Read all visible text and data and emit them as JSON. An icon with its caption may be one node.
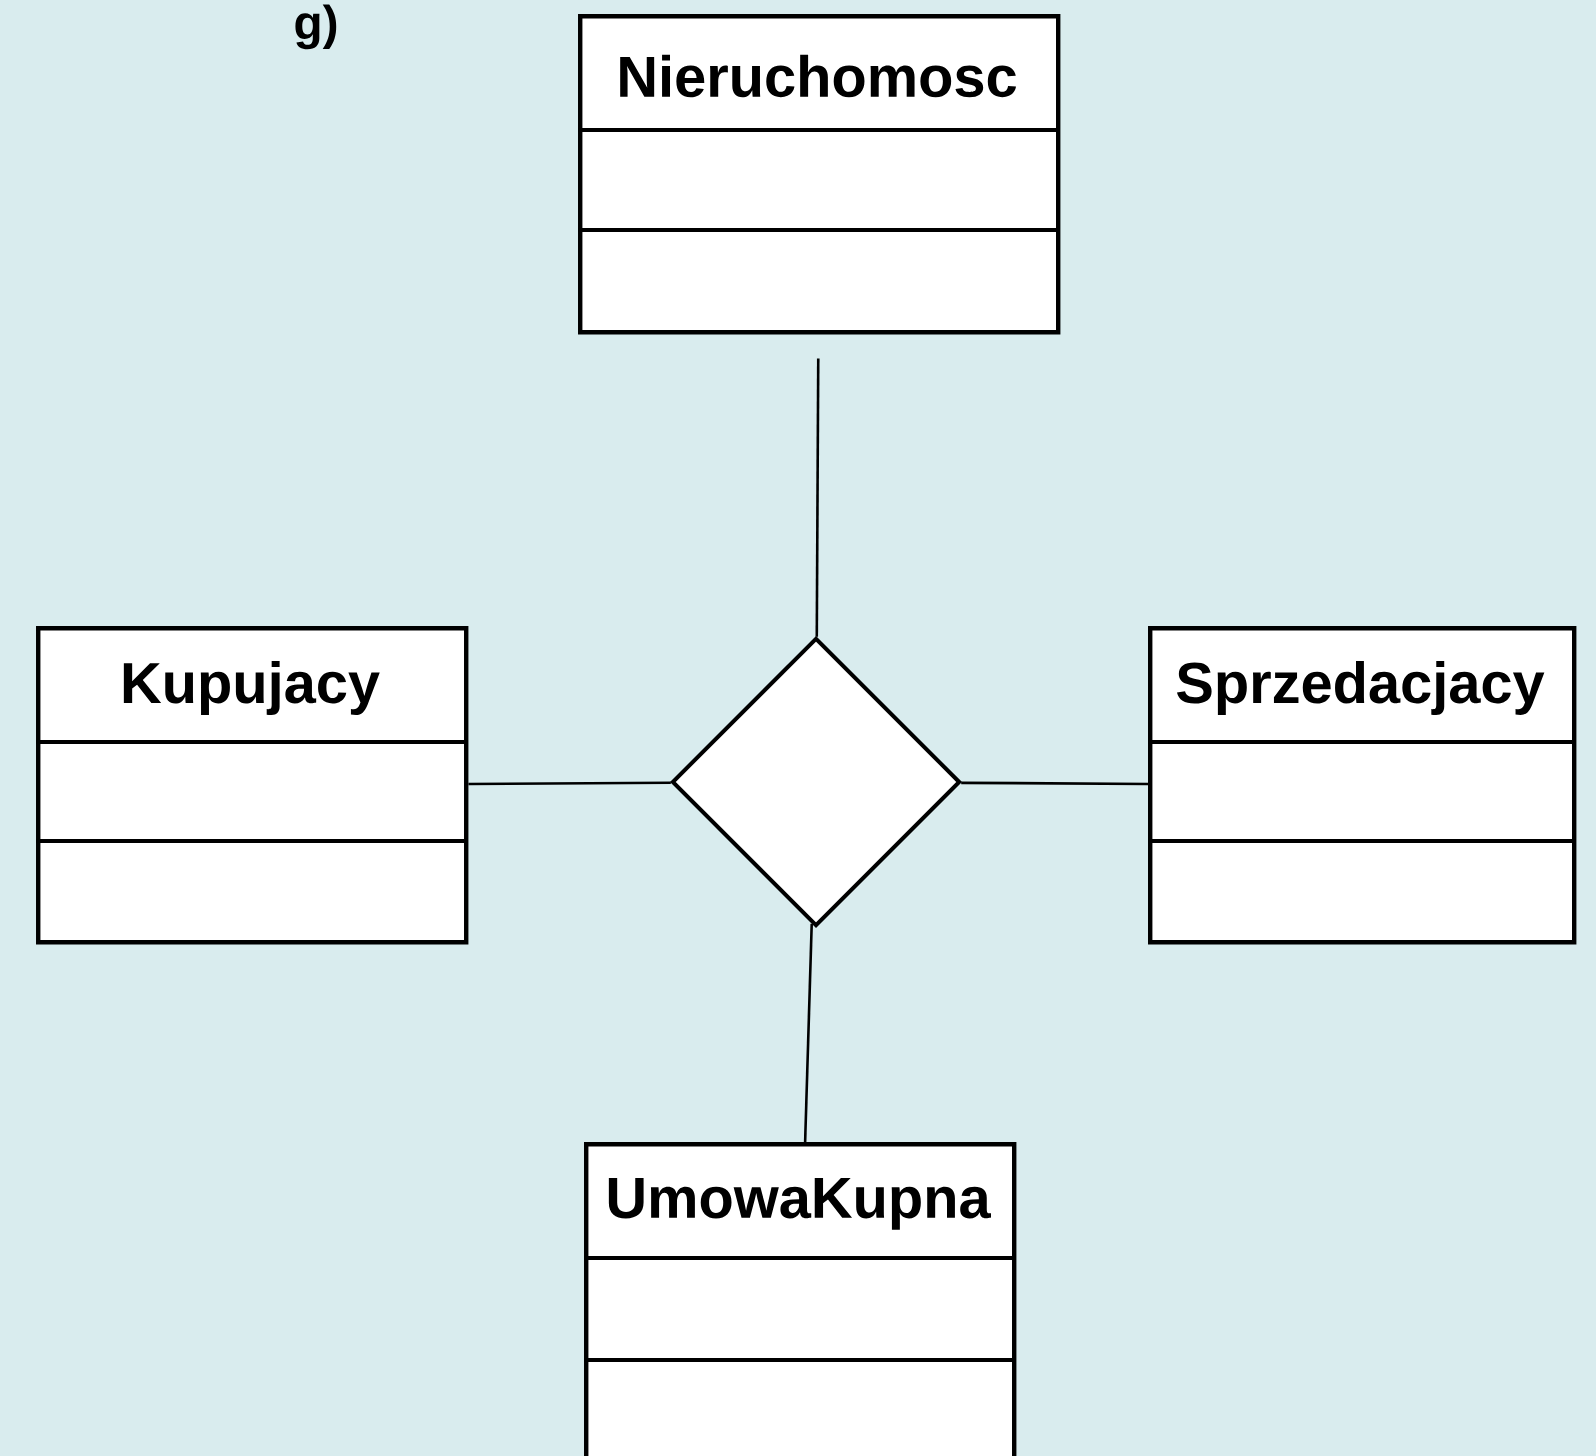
{
  "diagram": {
    "nodes": [
      {
        "text": [
          "Nieruchomosc"
        ]
      },
      {
        "text": [
          "Kupujacy"
        ]
      },
      {
        "text": [],
        "shape": "diamond"
      },
      {
        "text": [
          "Sprzedacjacy"
        ]
      },
      {
        "text": [
          "UmowaKupna"
        ]
      }
    ],
    "edges": [
      {
        "from": 2,
        "to": 0,
        "arrow": "none"
      },
      {
        "from": 2,
        "to": 1,
        "arrow": "none"
      },
      {
        "from": 2,
        "to": 3,
        "arrow": "none"
      },
      {
        "from": 2,
        "to": 4,
        "arrow": "none"
      }
    ],
    "labels": [
      "g)"
    ]
  }
}
